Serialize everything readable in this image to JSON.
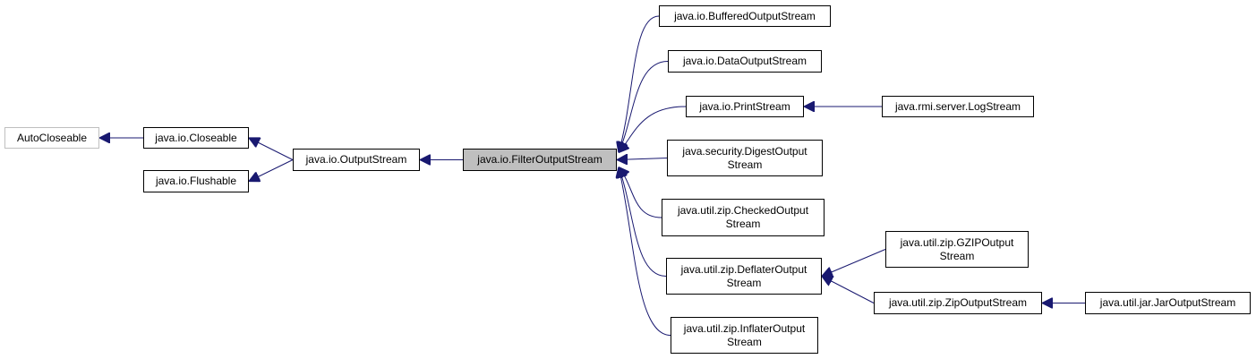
{
  "diagram": {
    "edge_color": "#191970",
    "nodes": {
      "autocloseable": "AutoCloseable",
      "closeable": "java.io.Closeable",
      "flushable": "java.io.Flushable",
      "outputstream": "java.io.OutputStream",
      "filteroutputstream": "java.io.FilterOutputStream",
      "bufferedoutputstream": "java.io.BufferedOutputStream",
      "dataoutputstream": "java.io.DataOutputStream",
      "printstream": "java.io.PrintStream",
      "logstream": "java.rmi.server.LogStream",
      "digestoutputstream": "java.security.DigestOutput\nStream",
      "checkedoutputstream": "java.util.zip.CheckedOutput\nStream",
      "deflateroutputstream": "java.util.zip.DeflaterOutput\nStream",
      "gzipoutputstream": "java.util.zip.GZIPOutput\nStream",
      "zipoutputstream": "java.util.zip.ZipOutputStream",
      "jaroutputstream": "java.util.jar.JarOutputStream",
      "inflateroutputstream": "java.util.zip.InflaterOutput\nStream"
    },
    "edges": [
      {
        "from": "closeable",
        "to": "autocloseable"
      },
      {
        "from": "outputstream",
        "to": "closeable"
      },
      {
        "from": "outputstream",
        "to": "flushable"
      },
      {
        "from": "filteroutputstream",
        "to": "outputstream"
      },
      {
        "from": "bufferedoutputstream",
        "to": "filteroutputstream"
      },
      {
        "from": "dataoutputstream",
        "to": "filteroutputstream"
      },
      {
        "from": "printstream",
        "to": "filteroutputstream"
      },
      {
        "from": "digestoutputstream",
        "to": "filteroutputstream"
      },
      {
        "from": "checkedoutputstream",
        "to": "filteroutputstream"
      },
      {
        "from": "deflateroutputstream",
        "to": "filteroutputstream"
      },
      {
        "from": "inflateroutputstream",
        "to": "filteroutputstream"
      },
      {
        "from": "logstream",
        "to": "printstream"
      },
      {
        "from": "gzipoutputstream",
        "to": "deflateroutputstream"
      },
      {
        "from": "zipoutputstream",
        "to": "deflateroutputstream"
      },
      {
        "from": "jaroutputstream",
        "to": "zipoutputstream"
      }
    ]
  }
}
